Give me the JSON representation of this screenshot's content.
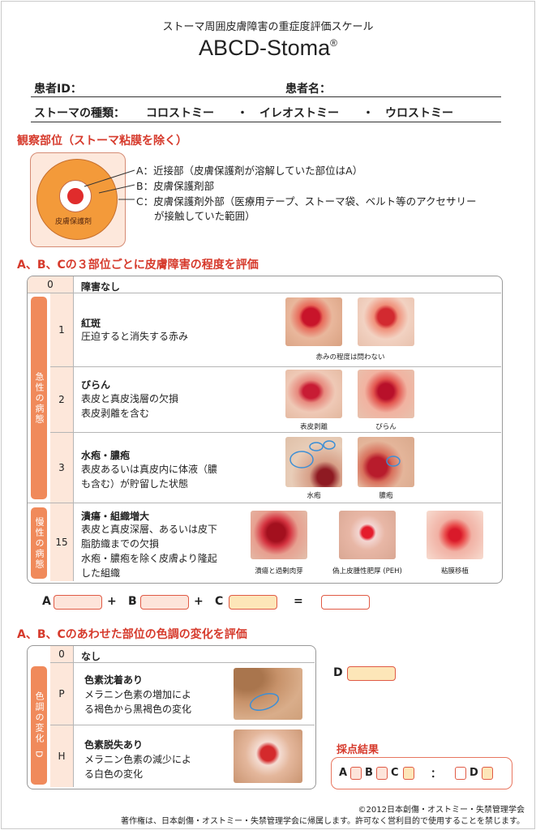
{
  "header": {
    "subtitle": "ストーマ周囲皮膚障害の重症度評価スケール",
    "title": "ABCD-Stoma",
    "registered": "®"
  },
  "patient": {
    "id_label": "患者ID：",
    "name_label": "患者名：",
    "type_label": "ストーマの種類：",
    "types": [
      "コロストミー",
      "・",
      "イレオストミー",
      "・",
      "ウロストミー"
    ]
  },
  "sites": {
    "heading": "観察部位（ストーマ粘膜を除く）",
    "diagram_label": "皮膚保護剤",
    "a": "A：近接部（皮膚保護剤が溶解していた部位はA）",
    "b": "B：皮膚保護剤部",
    "c1": "C：皮膚保護剤外部（医療用テープ、ストーマ袋、ベルト等のアクセサリー",
    "c2": "が接触していた範囲）"
  },
  "severity": {
    "heading": "A、B、Cの３部位ごとに皮膚障害の程度を評価",
    "acute_label": "急性の病態",
    "chronic_label": "慢性の病態",
    "rows": [
      {
        "level": "0",
        "title": "障害なし"
      },
      {
        "level": "1",
        "title": "紅斑",
        "desc": [
          "圧迫すると消失する赤み"
        ],
        "caption": "赤みの程度は問わない"
      },
      {
        "level": "2",
        "title": "びらん",
        "desc": [
          "表皮と真皮浅層の欠損",
          "表皮剥離を含む"
        ],
        "captions": [
          "表皮剥離",
          "びらん"
        ]
      },
      {
        "level": "3",
        "title": "水疱・膿疱",
        "desc": [
          "表皮あるいは真皮内に体液（膿",
          "も含む）が貯留した状態"
        ],
        "captions": [
          "水疱",
          "膿疱"
        ]
      },
      {
        "level": "15",
        "title": "潰瘍・組織増大",
        "desc": [
          "表皮と真皮深層、あるいは皮下",
          "脂肪織までの欠損",
          "水疱・膿疱を除く皮膚より隆起",
          "した組織"
        ],
        "captions": [
          "潰瘍と過剰肉芽",
          "偽上皮腫性肥厚 (PEH)",
          "粘膜移植"
        ]
      }
    ]
  },
  "score_line": {
    "a": "A",
    "plus1": "+",
    "b": "B",
    "plus2": "+",
    "c": "C",
    "equals": "="
  },
  "color": {
    "heading": "A、B、Cのあわせた部位の色調の変化を評価",
    "band_label": "色調の変化",
    "band_letter": "D",
    "rows": [
      {
        "level": "0",
        "title": "なし"
      },
      {
        "level": "P",
        "title": "色素沈着あり",
        "desc": [
          "メラニン色素の増加によ",
          "る褐色から黒褐色の変化"
        ]
      },
      {
        "level": "H",
        "title": "色素脱失あり",
        "desc": [
          "メラニン色素の減少によ",
          "る白色の変化"
        ]
      }
    ],
    "d_label": "D"
  },
  "result": {
    "heading": "採点結果",
    "a": "A",
    "b": "B",
    "c": "C",
    "colon": "：",
    "d": "D"
  },
  "footer": {
    "copyright": "©2012日本創傷・オストミー・失禁管理学会",
    "notice": "著作権は、日本創傷・オストミー・失禁管理学会に帰属します。許可なく営利目的で使用することを禁じます。"
  },
  "colors": {
    "accent_red": "#d63a2c",
    "band_orange": "#f08a5b",
    "cell_peach": "#fde7da",
    "d_yellow": "#fde6b8"
  }
}
